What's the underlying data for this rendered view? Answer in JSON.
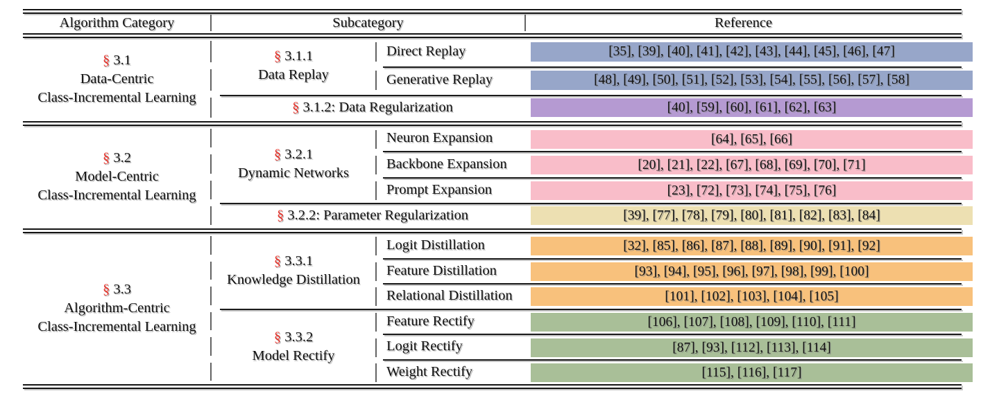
{
  "meta": {
    "section_symbol": "§"
  },
  "header": {
    "col1": "Algorithm Category",
    "col2": "Subcategory",
    "col3": "Reference"
  },
  "colors": {
    "section_symbol_red": "#e8342c",
    "replay_blue": "#97a6c9",
    "data_regularization_purple": "#b59ad2",
    "dynamic_networks_pink": "#f9bdc9",
    "parameter_regularization_tan": "#ede0b2",
    "knowledge_distillation_orange": "#f8c17c",
    "model_rectify_green": "#a9bf98"
  },
  "sections": [
    {
      "category": {
        "number": "3.1",
        "line2": "Data-Centric",
        "line3": "Class-Incremental Learning"
      },
      "groups": [
        {
          "number": "3.1.1",
          "name": "Data Replay",
          "rows": [
            {
              "label": "Direct Replay",
              "refs": "[35], [39], [40], [41], [42], [43], [44], [45], [46], [47]"
            },
            {
              "label": "Generative Replay",
              "refs": "[48], [49], [50], [51], [52], [53], [54], [55], [56], [57], [58]"
            }
          ]
        }
      ],
      "span_row": {
        "label": "3.1.2: Data Regularization",
        "refs": "[40], [59], [60], [61], [62], [63]"
      }
    },
    {
      "category": {
        "number": "3.2",
        "line2": "Model-Centric",
        "line3": "Class-Incremental Learning"
      },
      "groups": [
        {
          "number": "3.2.1",
          "name": "Dynamic Networks",
          "rows": [
            {
              "label": "Neuron Expansion",
              "refs": "[64], [65], [66]"
            },
            {
              "label": "Backbone Expansion",
              "refs": "[20], [21], [22], [67], [68], [69], [70], [71]"
            },
            {
              "label": "Prompt Expansion",
              "refs": "[23], [72], [73], [74], [75], [76]"
            }
          ]
        }
      ],
      "span_row": {
        "label": "3.2.2: Parameter Regularization",
        "refs": "[39], [77], [78], [79], [80], [81], [82], [83], [84]"
      }
    },
    {
      "category": {
        "number": "3.3",
        "line2": "Algorithm-Centric",
        "line3": "Class-Incremental Learning"
      },
      "groups": [
        {
          "number": "3.3.1",
          "name": "Knowledge Distillation",
          "rows": [
            {
              "label": "Logit Distillation",
              "refs": "[32], [85], [86], [87], [88], [89], [90], [91], [92]"
            },
            {
              "label": "Feature Distillation",
              "refs": "[93], [94], [95], [96], [97], [98], [99], [100]"
            },
            {
              "label": "Relational Distillation",
              "refs": "[101], [102], [103], [104], [105]"
            }
          ]
        },
        {
          "number": "3.3.2",
          "name": "Model Rectify",
          "rows": [
            {
              "label": "Feature Rectify",
              "refs": "[106], [107], [108], [109], [110], [111]"
            },
            {
              "label": "Logit Rectify",
              "refs": "[87], [93], [112], [113], [114]"
            },
            {
              "label": "Weight Rectify",
              "refs": "[115], [116], [117]"
            }
          ]
        }
      ]
    }
  ]
}
